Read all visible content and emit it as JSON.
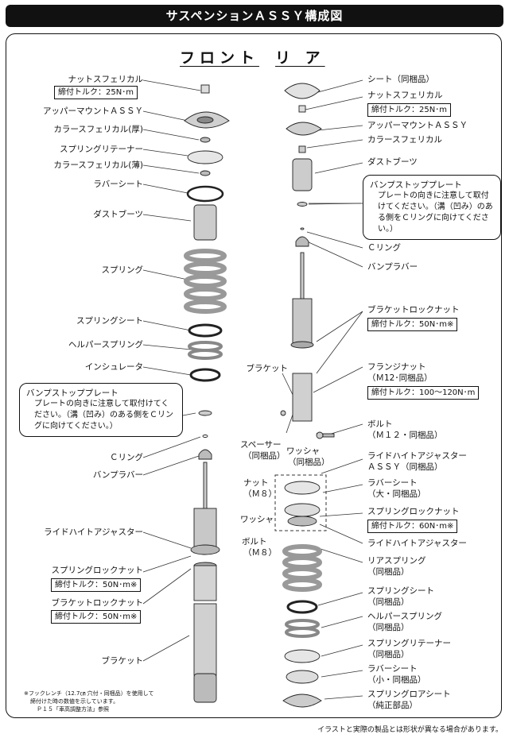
{
  "title": "サスペンションＡＳＳＹ構成図",
  "sections": {
    "front": "フロント",
    "rear": "リ ア"
  },
  "front": {
    "labels": [
      "ナットスフェリカル",
      "アッパーマウントＡＳＳＹ",
      "カラースフェリカル(厚)",
      "スプリングリテーナー",
      "カラースフェリカル(薄)",
      "ラバーシート",
      "ダストブーツ",
      "スプリング",
      "スプリングシート",
      "ヘルパースプリング",
      "インシュレータ",
      "Ｃリング",
      "バンプラバー",
      "ライドハイトアジャスター",
      "スプリングロックナット",
      "ブラケットロックナット",
      "ブラケット"
    ],
    "torque_nut": "締付トルク：25N･m",
    "torque_spring_lock": "締付トルク：50N･m※",
    "torque_bracket_lock": "締付トルク：50N･m※",
    "note_title": "バンプストッププレート",
    "note_body": "プレートの向きに注意して取付けてください。（溝（凹み）のある側をＣリングに向けてください。）"
  },
  "rear": {
    "labels": [
      "シート（同梱品）",
      "ナットスフェリカル",
      "アッパーマウントＡＳＳＹ",
      "カラースフェリカル",
      "ダストブーツ",
      "Ｃリング",
      "バンプラバー",
      "ブラケットロックナット",
      "フランジナット",
      "（Ｍ12･同梱品）",
      "ブラケット",
      "ボルト",
      "（Ｍ１２・同梱品）",
      "スペーサー",
      "（同梱品）",
      "ワッシャ",
      "（同梱品）",
      "ライドハイトアジャスター",
      "ＡＳＳＹ（同梱品）",
      "ナット",
      "（Ｍ８）",
      "ワッシャ",
      "ボルト",
      "（Ｍ８）",
      "ラバーシート",
      "（大・同梱品）",
      "スプリングロックナット",
      "ライドハイトアジャスター",
      "リアスプリング",
      "（同梱品）",
      "スプリングシート",
      "（同梱品）",
      "ヘルパースプリング",
      "（同梱品）",
      "スプリングリテーナー",
      "（同梱品）",
      "ラバーシート",
      "（小・同梱品）",
      "スプリングロアシート",
      "（純正部品）"
    ],
    "torque_nut": "締付トルク：25N･m",
    "torque_bracket_lock": "締付トルク：50N･m※",
    "torque_flange": "締付トルク：100～120N･m",
    "torque_spring_lock": "締付トルク：60N･m※",
    "note_title": "バンプストッププレート",
    "note_body": "プレートの向きに注意して取付けてください。（溝（凹み）のある側をＣリングに向けてください。）"
  },
  "footnote": [
    "※フックレンチ（12.7㎝ 穴付・同梱品）を使用して",
    "締付けた時の数値を示しています。",
    "Ｐ１５「車高調整方法」参照"
  ],
  "disclaimer": "イラストと実際の製品とは形状が異なる場合があります。"
}
